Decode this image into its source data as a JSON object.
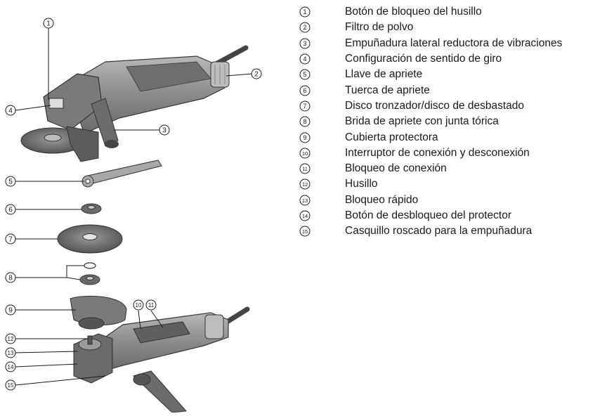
{
  "legend": [
    {
      "num": "1",
      "text": "Botón de bloqueo del husillo"
    },
    {
      "num": "2",
      "text": "Filtro de polvo"
    },
    {
      "num": "3",
      "text": "Empuñadura lateral reductora de vibraciones"
    },
    {
      "num": "4",
      "text": "Configuración de sentido de giro"
    },
    {
      "num": "5",
      "text": "Llave de apriete"
    },
    {
      "num": "6",
      "text": "Tuerca de apriete"
    },
    {
      "num": "7",
      "text": "Disco tronzador/disco de desbastado"
    },
    {
      "num": "8",
      "text": "Brida de apriete con junta tórica"
    },
    {
      "num": "9",
      "text": "Cubierta protectora"
    },
    {
      "num": "10",
      "text": "Interruptor de conexión y desconexión"
    },
    {
      "num": "11",
      "text": "Bloqueo de conexión"
    },
    {
      "num": "12",
      "text": "Husillo"
    },
    {
      "num": "13",
      "text": "Bloqueo rápido"
    },
    {
      "num": "14",
      "text": "Botón de desbloqueo del protector"
    },
    {
      "num": "15",
      "text": "Casquillo roscado para la empuñadura"
    }
  ],
  "callouts": [
    "1",
    "2",
    "3",
    "4",
    "5",
    "6",
    "7",
    "8",
    "9",
    "10",
    "11",
    "12",
    "13",
    "14",
    "15"
  ],
  "colors": {
    "ink": "#1a1a1a",
    "tool_body": "#8c8c8c",
    "tool_dark": "#555555",
    "tool_light": "#c8c8c8"
  }
}
